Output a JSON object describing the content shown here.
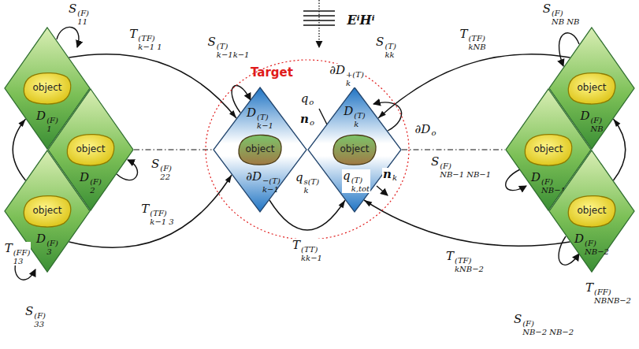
{
  "diagram": {
    "nodes": [
      {
        "text": [
          "D1(F)"
        ]
      },
      {
        "text": [
          "object"
        ],
        "in": 0
      },
      {
        "text": [
          "D2(F)"
        ]
      },
      {
        "text": [
          "object"
        ],
        "in": 2
      },
      {
        "text": [
          "D3(F)"
        ]
      },
      {
        "text": [
          "object"
        ],
        "in": 4
      },
      {
        "text": [
          "Target"
        ]
      },
      {
        "text": [
          "Dk−1(T)",
          "∂Dk−1−(T)"
        ],
        "in": 6
      },
      {
        "text": [
          "object"
        ],
        "in": 7
      },
      {
        "text": [
          "Dk(T)",
          "∂Dk+(T)"
        ],
        "in": 6
      },
      {
        "text": [
          "object"
        ],
        "in": 9
      },
      {
        "text": [
          "DNB(F)"
        ]
      },
      {
        "text": [
          "object"
        ],
        "in": 11
      },
      {
        "text": [
          "DNB−1(F)"
        ]
      },
      {
        "text": [
          "object"
        ],
        "in": 13
      },
      {
        "text": [
          "DNB−2(F)"
        ]
      },
      {
        "text": [
          "object"
        ],
        "in": 15
      }
    ],
    "edges": [
      {
        "from": 0,
        "to": 7,
        "label": "Tk−1 1(TF)",
        "arrow": "to"
      },
      {
        "from": 4,
        "to": 7,
        "label": "Tk−1 3(TF)",
        "arrow": "to"
      },
      {
        "from": 4,
        "to": 0,
        "label": "T13(FF)",
        "arrow": "to"
      },
      {
        "from": 7,
        "to": 9,
        "label": "Tkk−1(TT)",
        "arrow": "to"
      },
      {
        "from": 11,
        "to": 9,
        "label": "TkNB(TF)",
        "arrow": "to"
      },
      {
        "from": 15,
        "to": 9,
        "label": "TkNB−2(TF)",
        "arrow": "to"
      },
      {
        "from": 15,
        "to": 11,
        "label": "TNBNB−2(FF)",
        "arrow": "to"
      }
    ],
    "labels": [
      "EⁱHⁱ",
      "S11(F)",
      "S22(F)",
      "S33(F)",
      "Sk−1k−1(T)",
      "Skk(T)",
      "∂Do",
      "no",
      "qo",
      "qks(T)",
      "qk,tot(T)",
      "nk",
      "SNB NB(F)",
      "SNB−1 NB−1(F)",
      "SNB−2 NB−2(F)"
    ]
  }
}
